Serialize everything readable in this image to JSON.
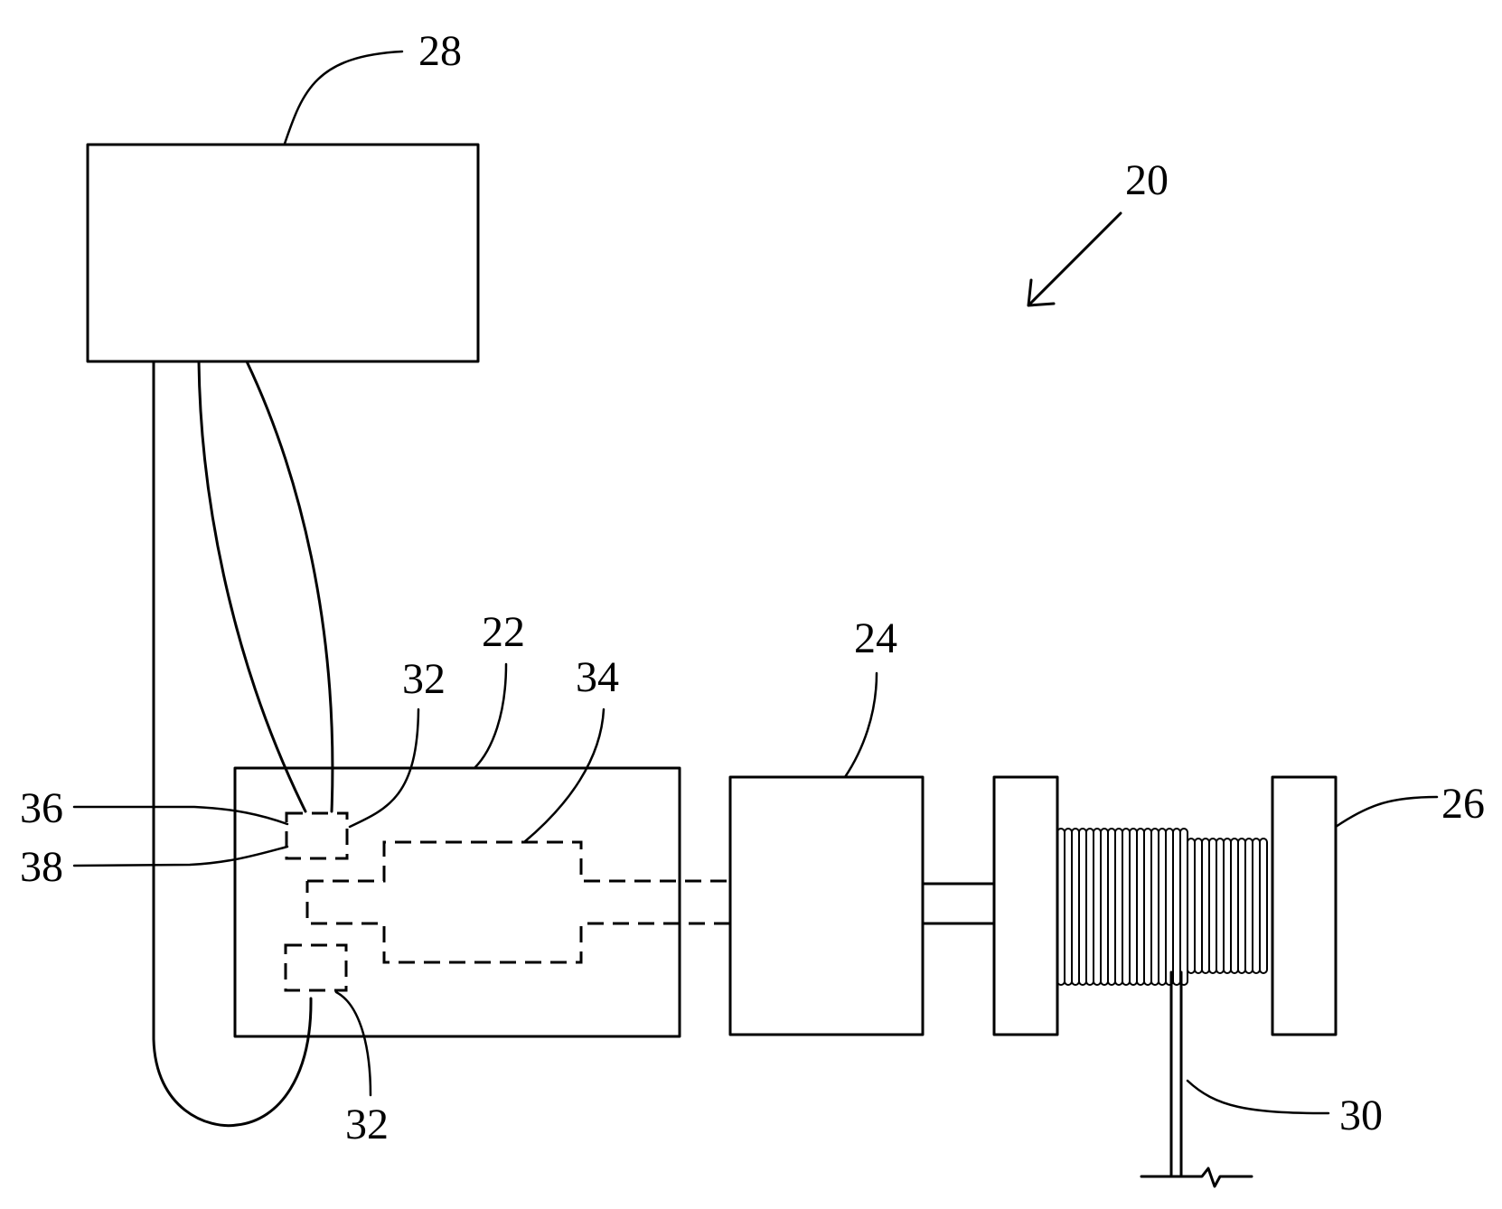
{
  "labels": {
    "system": "20",
    "controller": "28",
    "motor": "22",
    "gearbox": "24",
    "drum": "26",
    "cable": "30",
    "sensor_top": "32",
    "sensor_bottom": "32",
    "rotor": "34",
    "lead_a": "36",
    "lead_b": "38"
  }
}
